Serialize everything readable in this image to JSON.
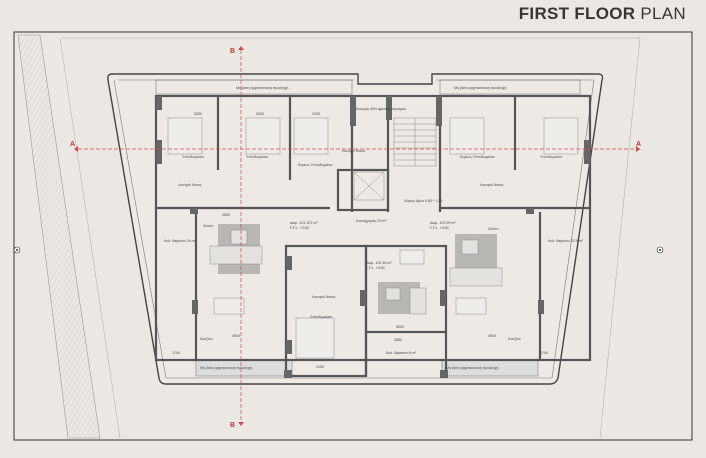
{
  "header": {
    "title_bold": "FIRST FLOOR",
    "title_light": "PLAN"
  },
  "sections": {
    "a_left": "A",
    "a_right": "A",
    "b_top": "B",
    "b_bottom": "B"
  },
  "rooms": {
    "bedroom1": "Υπνοδωμάτιο",
    "bedroom2": "Υπνοδωμάτιο",
    "master_bedroom": "Κυρίως Υπνοδωμάτιο",
    "bedroom_right1": "Κυρίως Υπνοδωμάτιο",
    "bedroom_right2": "Υπνοδωμάτιο",
    "bedroom_mid": "Υπνοδωμάτιο",
    "living_left": "Σαλόνι",
    "living_right": "Σαλόνι",
    "kitchen_left": "Κουζίνα",
    "kitchen_right": "Κουζίνα",
    "bath_left": "Λουτρό/ Ντους",
    "bath_right": "Λουτρό/ Ντους",
    "bath_mid": "Λουτρό/ Ντους",
    "wc": "Λουτρό/ Ντους",
    "shaft": "Άνοιγμα 40% φρεάτιο αερισμού",
    "disabled": "Χώρος Αμεα 0.80 * 1.40",
    "common": "Κοινόχρηστα 20 m²",
    "apt101": "Διαμ. 101 107 m²",
    "apt102": "Διαμ. 102 48 m²",
    "apt103": "Διαμ. 103 99 m²",
    "ffl": "F.F.L. +3.60",
    "veranda_left": "Καλ. Βεράντα 24 m²",
    "veranda_right": "Καλ. Βεράντα 22.5 m²",
    "veranda_mid": "Καλ. Βεράντα 8 m²",
    "planter_top": "Μη βατή αρχιτεκτονική προεξοχή",
    "planter_bl": "Μη βατή αρχιτεκτονική προεξοχή",
    "planter_br": "Μη βατή αρχιτεκτονική προεξοχή",
    "planter_tr": "Μη βατή αρχιτεκτονική προεξοχή"
  },
  "dimensions": [
    "3200",
    "3200",
    "3150",
    "2500",
    "4900",
    "4900",
    "6000",
    "3650",
    "2150",
    "1700",
    "1700"
  ],
  "colors": {
    "section_line": "#d9454a",
    "wall": "#555555",
    "rug": "#b9b7b4",
    "background": "#ebe8e3"
  }
}
